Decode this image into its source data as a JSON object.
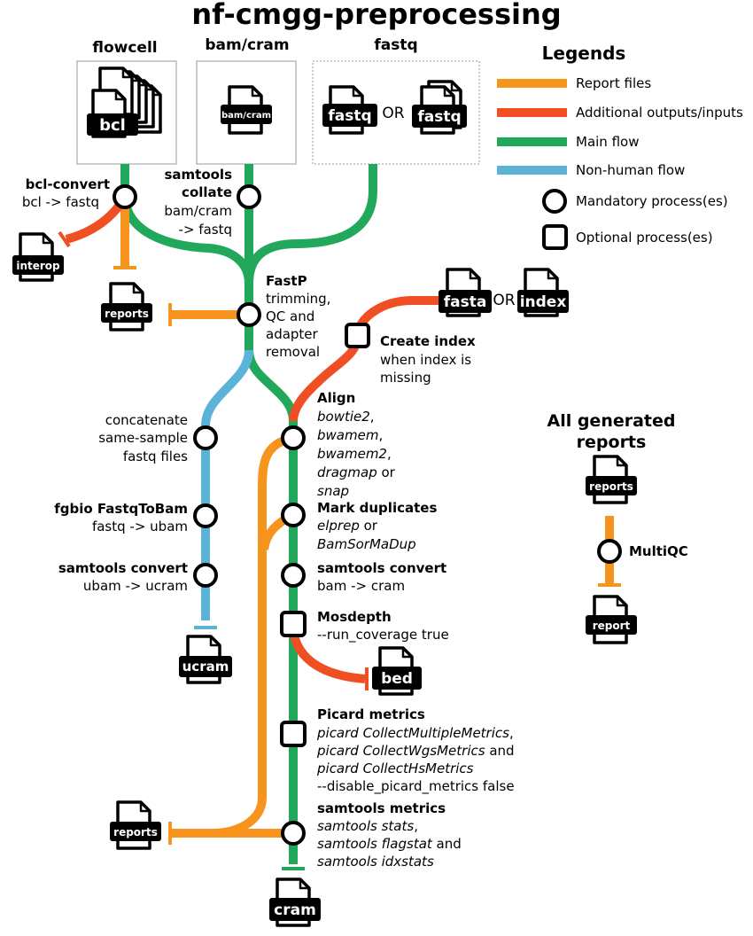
{
  "title": "nf-cmgg-preprocessing",
  "inputs": {
    "flowcell": "flowcell",
    "bamcram": "bam/cram",
    "fastq": "fastq",
    "or": "OR"
  },
  "docs": {
    "bcl": "bcl",
    "bamcram": "bam/cram",
    "fastq1": "fastq",
    "fastq2": "fastq",
    "interop": "interop",
    "reports": "reports",
    "fasta": "fasta",
    "index": "index",
    "ucram": "ucram",
    "bed": "bed",
    "cram": "cram",
    "report": "report"
  },
  "legend": {
    "title": "Legends",
    "items": [
      {
        "label": "Report files",
        "color": "#F7941D"
      },
      {
        "label": "Additional outputs/inputs",
        "color": "#F04E23"
      },
      {
        "label": "Main flow",
        "color": "#21A85A"
      },
      {
        "label": "Non-human flow",
        "color": "#5BB4D8"
      },
      {
        "label": "Mandatory process(es)"
      },
      {
        "label": "Optional process(es)"
      }
    ]
  },
  "processes": {
    "bcl_convert": {
      "title": "bcl-convert",
      "detail": "bcl -> fastq"
    },
    "collate": {
      "title1": "samtools",
      "title2": "collate",
      "detail1": "bam/cram",
      "detail2": "-> fastq"
    },
    "fastp": {
      "title": "FastP",
      "detail1": "trimming,",
      "detail2": "QC and",
      "detail3": "adapter",
      "detail4": "removal"
    },
    "create_index": {
      "title": "Create index",
      "detail1": "when index is",
      "detail2": "missing"
    },
    "align": {
      "title": "Align",
      "l1": "bowtie2",
      "l1b": ",",
      "l2": "bwamem",
      "l2b": ",",
      "l3": "bwamem2",
      "l3b": ",",
      "l4": "dragmap",
      "l4b": " or",
      "l5": "snap"
    },
    "concat": {
      "l1": "concatenate",
      "l2": "same-sample",
      "l3": "fastq files"
    },
    "fgbio": {
      "title": "fgbio FastqToBam",
      "detail": "fastq -> ubam"
    },
    "samtools_convert_left": {
      "title": "samtools convert",
      "detail": "ubam -> ucram"
    },
    "markdup": {
      "title": "Mark duplicates",
      "l1": "elprep",
      "l1b": " or",
      "l2": "BamSorMaDup"
    },
    "samtools_convert_right": {
      "title": "samtools convert",
      "detail": "bam -> cram"
    },
    "mosdepth": {
      "title": "Mosdepth",
      "detail": "--run_coverage true"
    },
    "picard": {
      "title": "Picard metrics",
      "l1": "picard CollectMultipleMetrics",
      "l1b": ",",
      "l2": "picard CollectWgsMetrics",
      "l2b": " and",
      "l3": "picard CollectHsMetrics",
      "l4": "--disable_picard_metrics false"
    },
    "samtools_metrics": {
      "title": "samtools metrics",
      "l1": "samtools stats",
      "l1b": ",",
      "l2": "samtools flagstat",
      "l2b": " and",
      "l3": "samtools idxstats"
    },
    "all_reports": {
      "title1": "All generated",
      "title2": "reports"
    },
    "multiqc": {
      "title": "MultiQC"
    }
  }
}
